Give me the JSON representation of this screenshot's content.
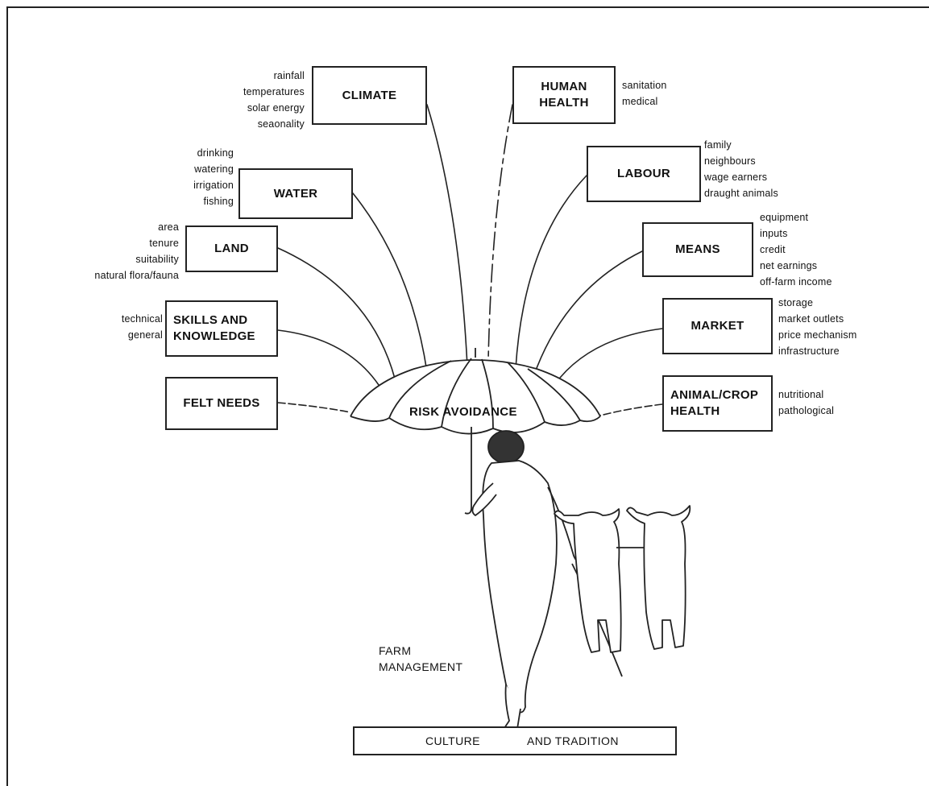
{
  "factors_left": [
    {
      "id": "climate",
      "title": "CLIMATE",
      "items": [
        "rainfall",
        "temperatures",
        "solar energy",
        "seaonality"
      ]
    },
    {
      "id": "water",
      "title": "WATER",
      "items": [
        "drinking",
        "watering",
        "irrigation",
        "fishing"
      ]
    },
    {
      "id": "land",
      "title": "LAND",
      "items": [
        "area",
        "tenure",
        "suitability",
        "natural flora/fauna"
      ]
    },
    {
      "id": "skills",
      "title": "SKILLS AND\nKNOWLEDGE",
      "items": [
        "technical",
        "general"
      ]
    },
    {
      "id": "felt-needs",
      "title": "FELT NEEDS",
      "items": []
    }
  ],
  "factors_right": [
    {
      "id": "human-health",
      "title": "HUMAN\nHEALTH",
      "items": [
        "sanitation",
        "medical"
      ]
    },
    {
      "id": "labour",
      "title": "LABOUR",
      "items": [
        "family",
        "neighbours",
        "wage earners",
        "draught animals"
      ]
    },
    {
      "id": "means",
      "title": "MEANS",
      "items": [
        "equipment",
        "inputs",
        "credit",
        "net earnings",
        "off-farm income"
      ]
    },
    {
      "id": "market",
      "title": "MARKET",
      "items": [
        "storage",
        "market outlets",
        "price mechanism",
        "infrastructure"
      ]
    },
    {
      "id": "animal-crop-health",
      "title": "ANIMAL/CROP\nHEALTH",
      "items": [
        "nutritional",
        "pathological"
      ]
    }
  ],
  "center": {
    "umbrella_label": "RISK AVOIDANCE",
    "farm_management": "FARM\nMANAGEMENT",
    "base_left": "CULTURE",
    "base_right": "AND TRADITION"
  }
}
